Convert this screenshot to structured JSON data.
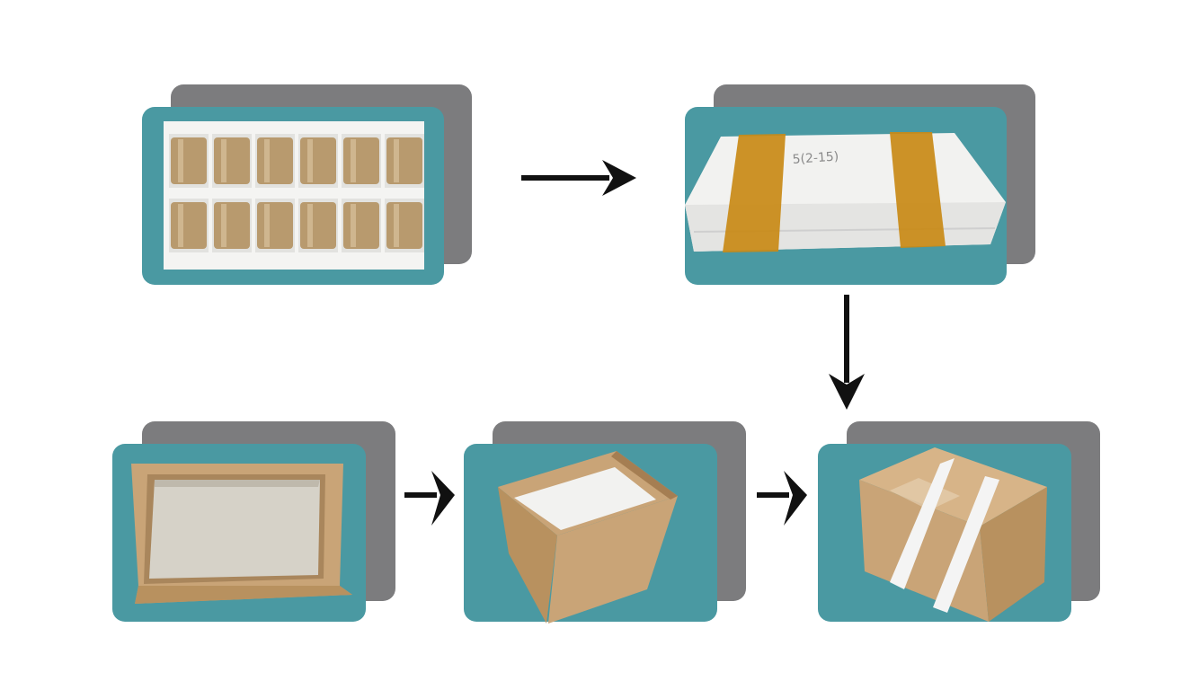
{
  "colors": {
    "card_front": "#4a99a2",
    "card_back": "#7c7c7e",
    "arrow": "#111111",
    "cardboard": "#c9a477",
    "foam": "#f2f2f0",
    "tape": "#c98a16",
    "bushing": "#b89a6e"
  },
  "steps": [
    {
      "id": "step-1",
      "photo": "bushings-in-foam-tray"
    },
    {
      "id": "step-2",
      "photo": "taped-foam-box"
    },
    {
      "id": "step-3",
      "photo": "strapped-carton"
    },
    {
      "id": "step-4",
      "photo": "open-carton-with-lining"
    },
    {
      "id": "step-5",
      "photo": "open-carton-flat"
    }
  ],
  "flow": [
    "step-5",
    "step-4",
    "step-3"
  ]
}
